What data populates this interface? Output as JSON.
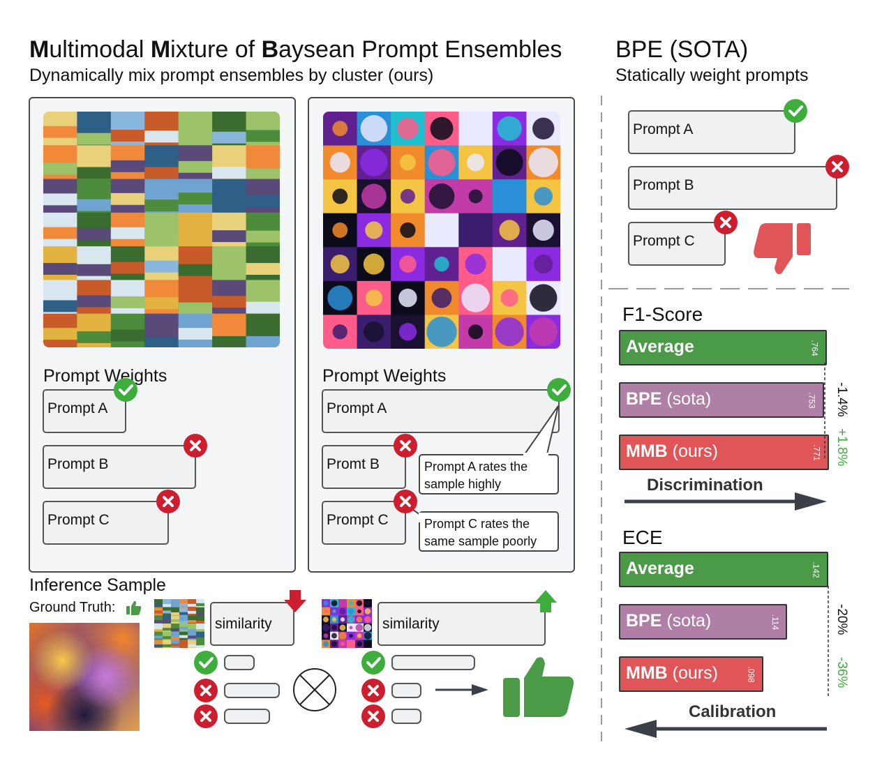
{
  "title": {
    "main_parts": [
      {
        "text": "M",
        "bold": true
      },
      {
        "text": "ultimodal ",
        "bold": false
      },
      {
        "text": "M",
        "bold": true
      },
      {
        "text": "ixture of ",
        "bold": false
      },
      {
        "text": "B",
        "bold": true
      },
      {
        "text": "aysean Prompt Ensembles",
        "bold": false
      }
    ],
    "subtitle": "Dynamically mix prompt ensembles by cluster (ours)"
  },
  "left_cluster": {
    "weights_title": "Prompt Weights",
    "prompts": [
      {
        "label": "Prompt A",
        "status": "check"
      },
      {
        "label": "Prompt B",
        "status": "cross"
      },
      {
        "label": "Prompt C",
        "status": "cross"
      }
    ]
  },
  "right_cluster": {
    "weights_title": "Prompt Weights",
    "prompts": [
      {
        "label": "Prompt A",
        "status": "check"
      },
      {
        "label": "Promt B",
        "status": "cross"
      },
      {
        "label": "Prompt C",
        "status": "cross"
      }
    ],
    "callout_a": "Prompt A rates the sample highly",
    "callout_c": "Prompt C rates the same sample poorly"
  },
  "inference": {
    "title": "Inference Sample",
    "ground_truth": "Ground Truth:",
    "similarity_left": "similarity",
    "similarity_right": "similarity"
  },
  "bpe": {
    "title": "BPE (SOTA)",
    "subtitle": "Statically weight prompts",
    "prompts": [
      {
        "label": "Prompt A",
        "status": "check"
      },
      {
        "label": "Prompt B",
        "status": "cross"
      },
      {
        "label": "Prompt C",
        "status": "cross"
      }
    ]
  },
  "colors": {
    "green": "#4a9a48",
    "purple": "#b07fa5",
    "red": "#e05557",
    "check": "#3dae3b",
    "cross": "#cc1e2e",
    "thumb_down": "#e05557",
    "thumb_up": "#4a9a48",
    "arrow": "#3b4048"
  },
  "chart_data": [
    {
      "type": "bar",
      "title": "F1-Score",
      "categories": [
        "Average",
        "BPE (sota)",
        "MMB (ours)"
      ],
      "category_bold": [
        "Average",
        "BPE",
        "MMB"
      ],
      "category_rest": [
        "",
        " (sota)",
        " (ours)"
      ],
      "values": [
        0.764,
        0.753,
        0.771
      ],
      "value_labels": [
        ".764",
        ".753",
        ".771"
      ],
      "annotations": [
        "-1.4%",
        "+1.8%"
      ],
      "axis_label": "Discrimination",
      "arrow_direction": "right",
      "xlim": [
        0,
        0.771
      ]
    },
    {
      "type": "bar",
      "title": "ECE",
      "categories": [
        "Average",
        "BPE (sota)",
        "MMB (ours)"
      ],
      "category_bold": [
        "Average",
        "BPE",
        "MMB"
      ],
      "category_rest": [
        "",
        " (sota)",
        " (ours)"
      ],
      "values": [
        0.142,
        0.114,
        0.098
      ],
      "value_labels": [
        ".142",
        ".114",
        ".098"
      ],
      "annotations": [
        "-20%",
        "-36%"
      ],
      "axis_label": "Calibration",
      "arrow_direction": "left",
      "xlim": [
        0,
        0.142
      ]
    }
  ]
}
